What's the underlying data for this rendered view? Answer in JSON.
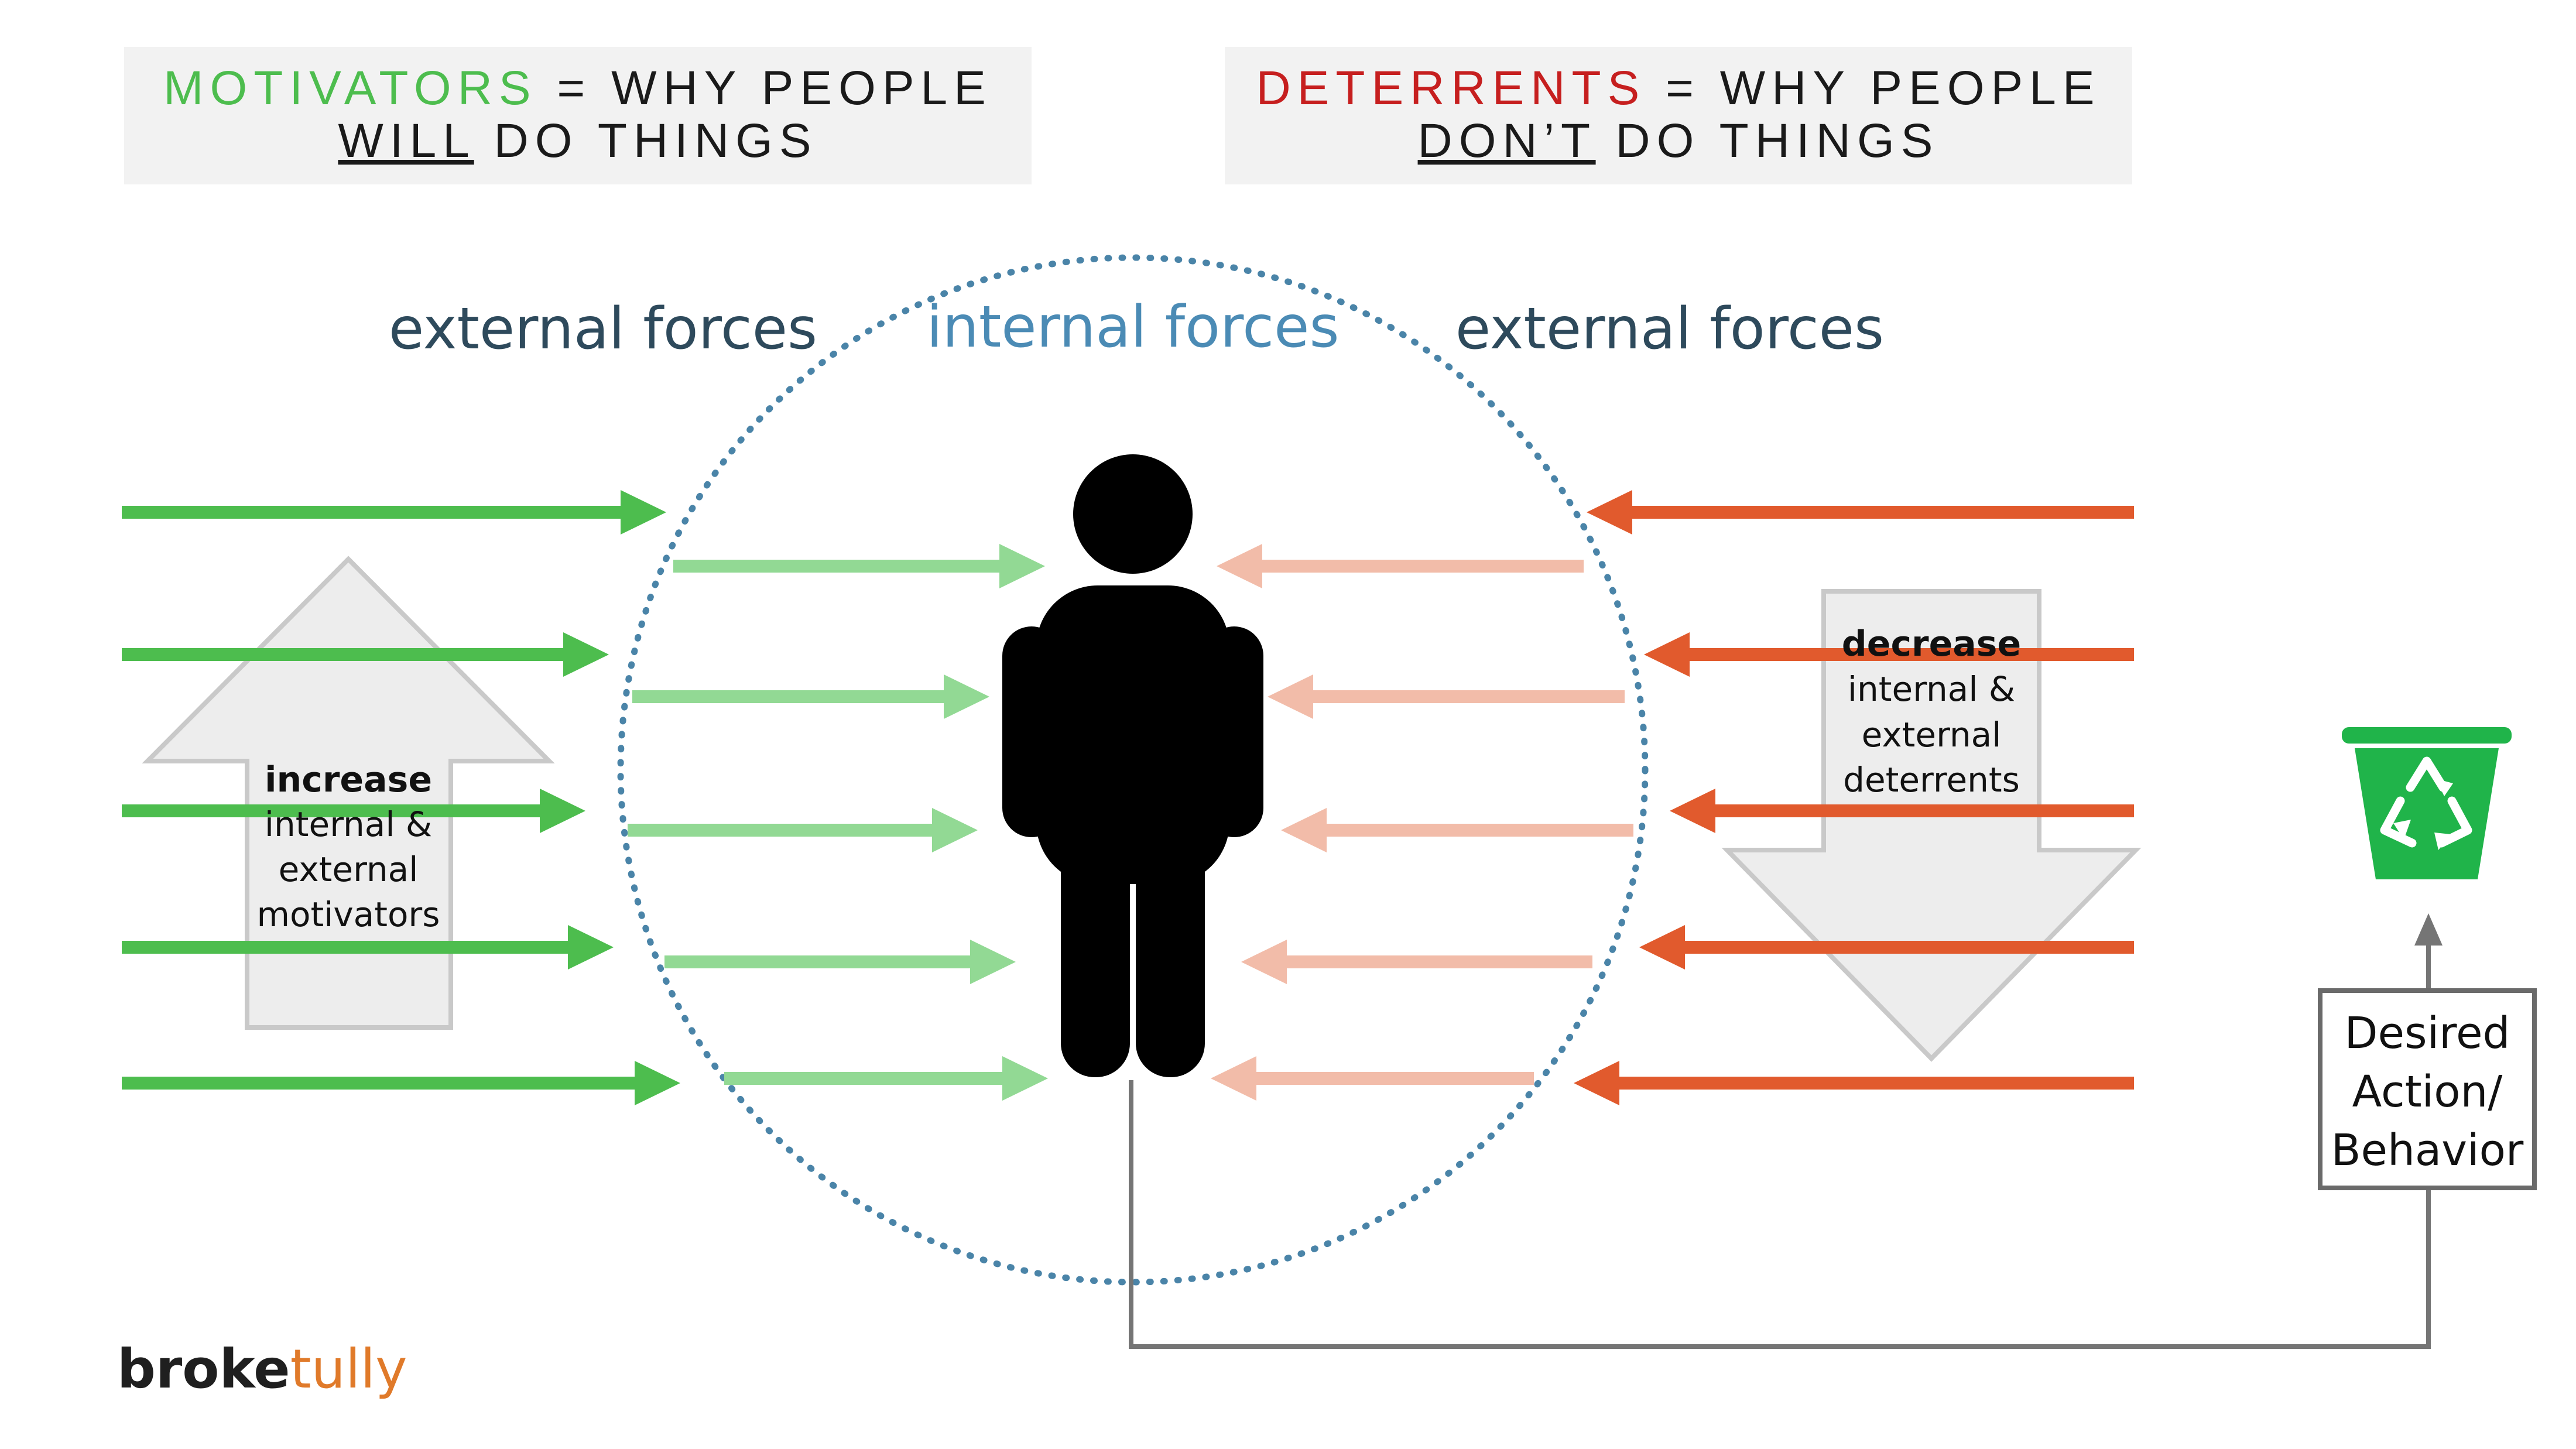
{
  "colors": {
    "motivator_green": "#4dbd4e",
    "internal_green": "#92d994",
    "deterrent_red": "#e15a2d",
    "internal_pink": "#f2bca9",
    "title_red": "#c61f1f",
    "force_dark": "#2e4a5c",
    "force_blue": "#4b8bb5",
    "circle_blue": "#4a84a8",
    "big_arrow_fill": "#ebebeb",
    "big_arrow_stroke": "#c9c9c9",
    "bin_green": "#20b44a",
    "flow_line": "#757575",
    "header_bg": "#f2f2f2"
  },
  "header_left": {
    "keyword": "MOTIVATORS",
    "rest_line1": " = WHY PEOPLE",
    "underlined_word": "WILL",
    "rest_line2": " DO THINGS"
  },
  "header_right": {
    "keyword": "DETERRENTS",
    "rest_line1": " = WHY PEOPLE",
    "underlined_word": "DON’T",
    "rest_line2": " DO THINGS"
  },
  "forces": {
    "left": "external forces",
    "center": "internal forces",
    "right": "external forces"
  },
  "increase_box": {
    "bold": "increase",
    "line2": "internal &",
    "line3": "external",
    "highlight": "motivators"
  },
  "decrease_box": {
    "bold": "decrease",
    "line2": "internal &",
    "line3": "external",
    "highlight": "deterrents"
  },
  "outcome_box": {
    "line1": "Desired",
    "line2": "Action/",
    "line3": "Behavior"
  },
  "icons": {
    "person": "person-icon",
    "bin": "recycle-bin-icon",
    "recycle": "recycle-icon"
  },
  "logo": {
    "part1": "br",
    "part2": "oke",
    "part3": "tully"
  }
}
